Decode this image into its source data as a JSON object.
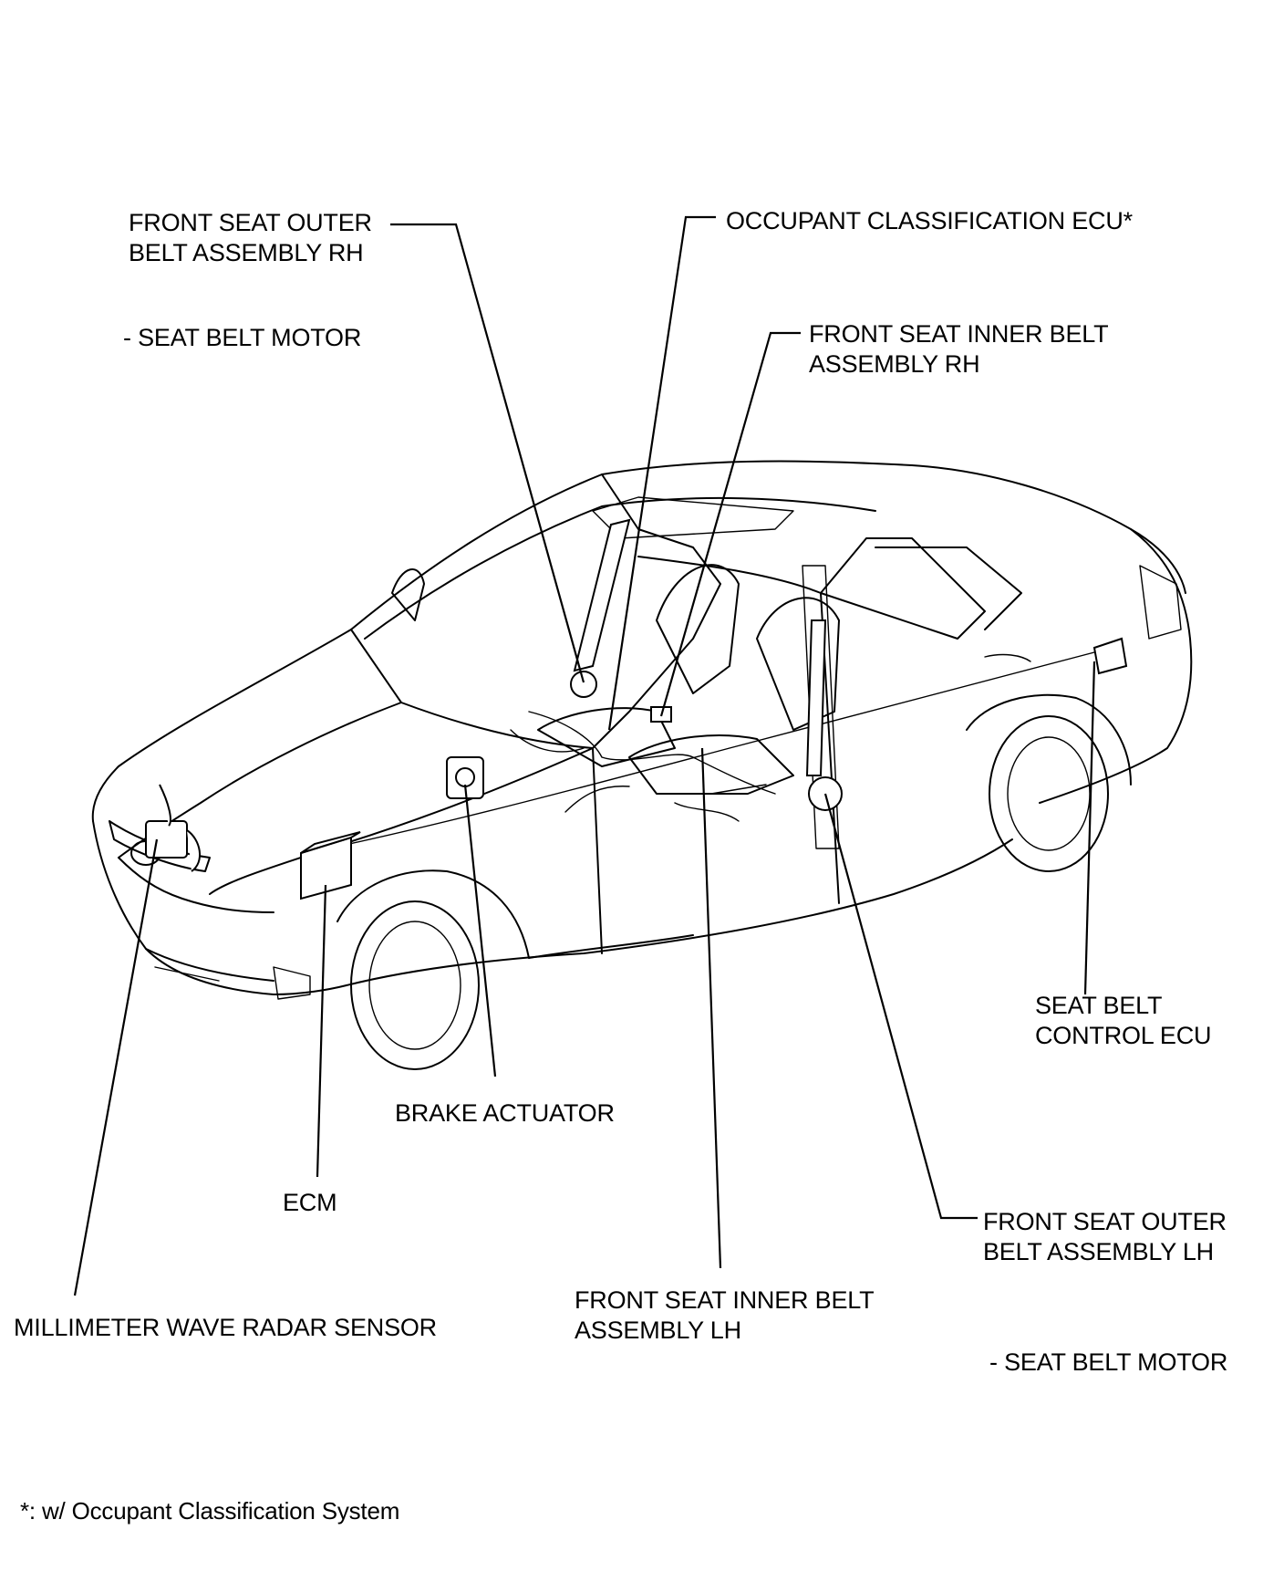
{
  "labels": {
    "front_outer_rh": [
      "FRONT SEAT OUTER",
      "BELT ASSEMBLY  RH"
    ],
    "front_outer_rh_sub": "- SEAT BELT MOTOR",
    "occupant_ecu": "OCCUPANT CLASSIFICATION ECU*",
    "front_inner_rh": [
      "FRONT SEAT INNER BELT",
      "ASSEMBLY  RH"
    ],
    "seat_belt_ecu": [
      "SEAT BELT",
      "CONTROL ECU"
    ],
    "brake_actuator": "BRAKE ACTUATOR",
    "ecm": "ECM",
    "front_outer_lh": [
      "FRONT SEAT OUTER",
      "BELT ASSEMBLY  LH"
    ],
    "front_outer_lh_sub": "- SEAT BELT MOTOR",
    "front_inner_lh": [
      "FRONT SEAT INNER BELT",
      "ASSEMBLY  LH"
    ],
    "radar_sensor": "MILLIMETER WAVE RADAR SENSOR"
  },
  "footnote": "*: w/ Occupant Classification System"
}
